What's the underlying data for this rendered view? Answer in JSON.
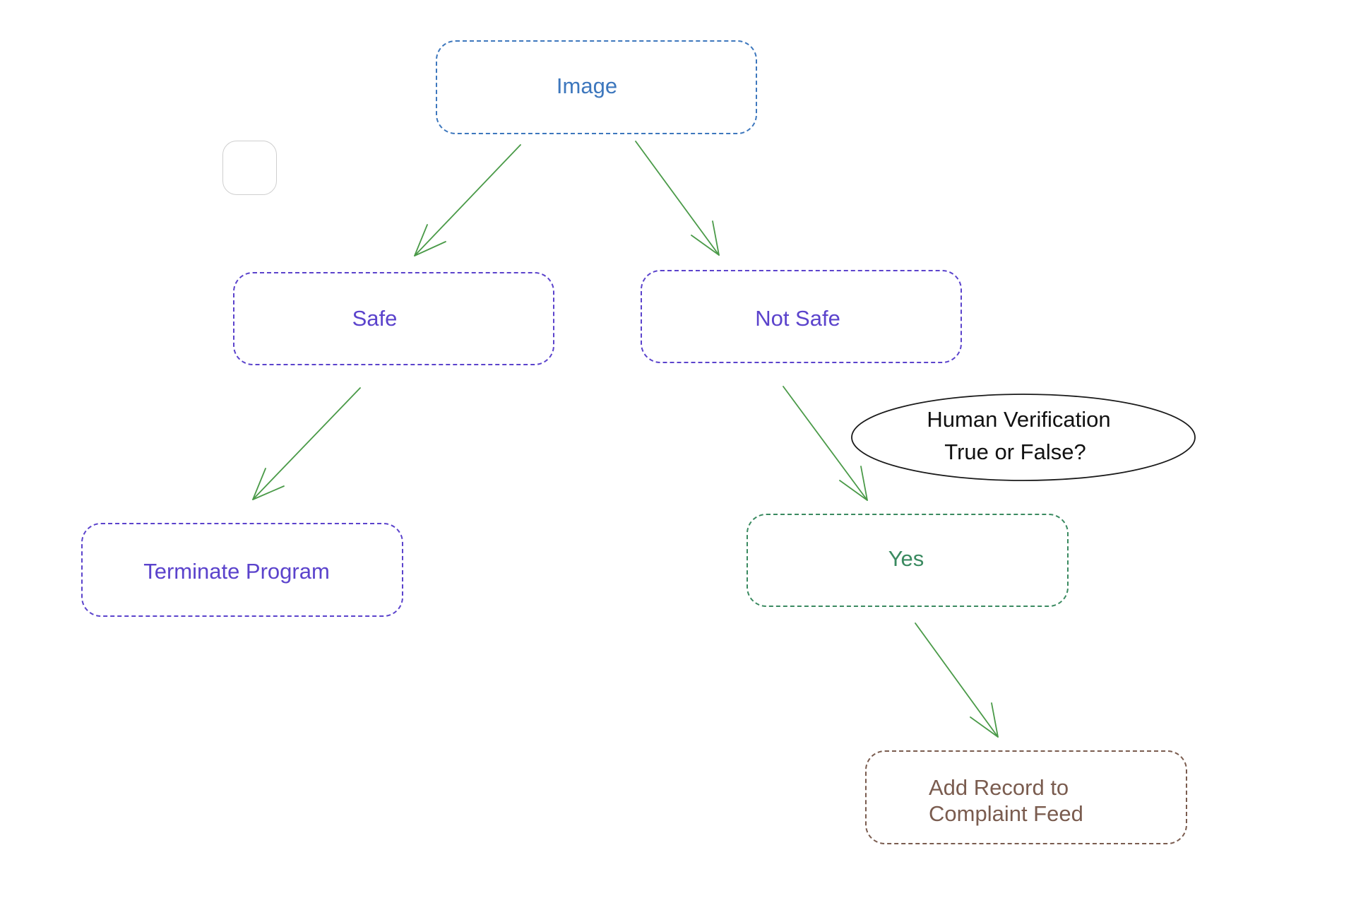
{
  "nodes": {
    "image": {
      "label": "Image",
      "color": "#3d77bd"
    },
    "safe": {
      "label": "Safe",
      "color": "#5b43cc"
    },
    "not_safe": {
      "label": "Not Safe",
      "color": "#5b43cc"
    },
    "terminate": {
      "label": "Terminate Program",
      "color": "#5b43cc"
    },
    "yes": {
      "label": "Yes",
      "color": "#3a8a60"
    },
    "add_record": {
      "line1": "Add Record to",
      "line2": "Complaint Feed",
      "color": "#7a5c4f"
    }
  },
  "decision": {
    "line1": "Human Verification",
    "line2": "True or False?",
    "border_color": "#1a1a1a"
  },
  "edge_color": "#4a9a48"
}
